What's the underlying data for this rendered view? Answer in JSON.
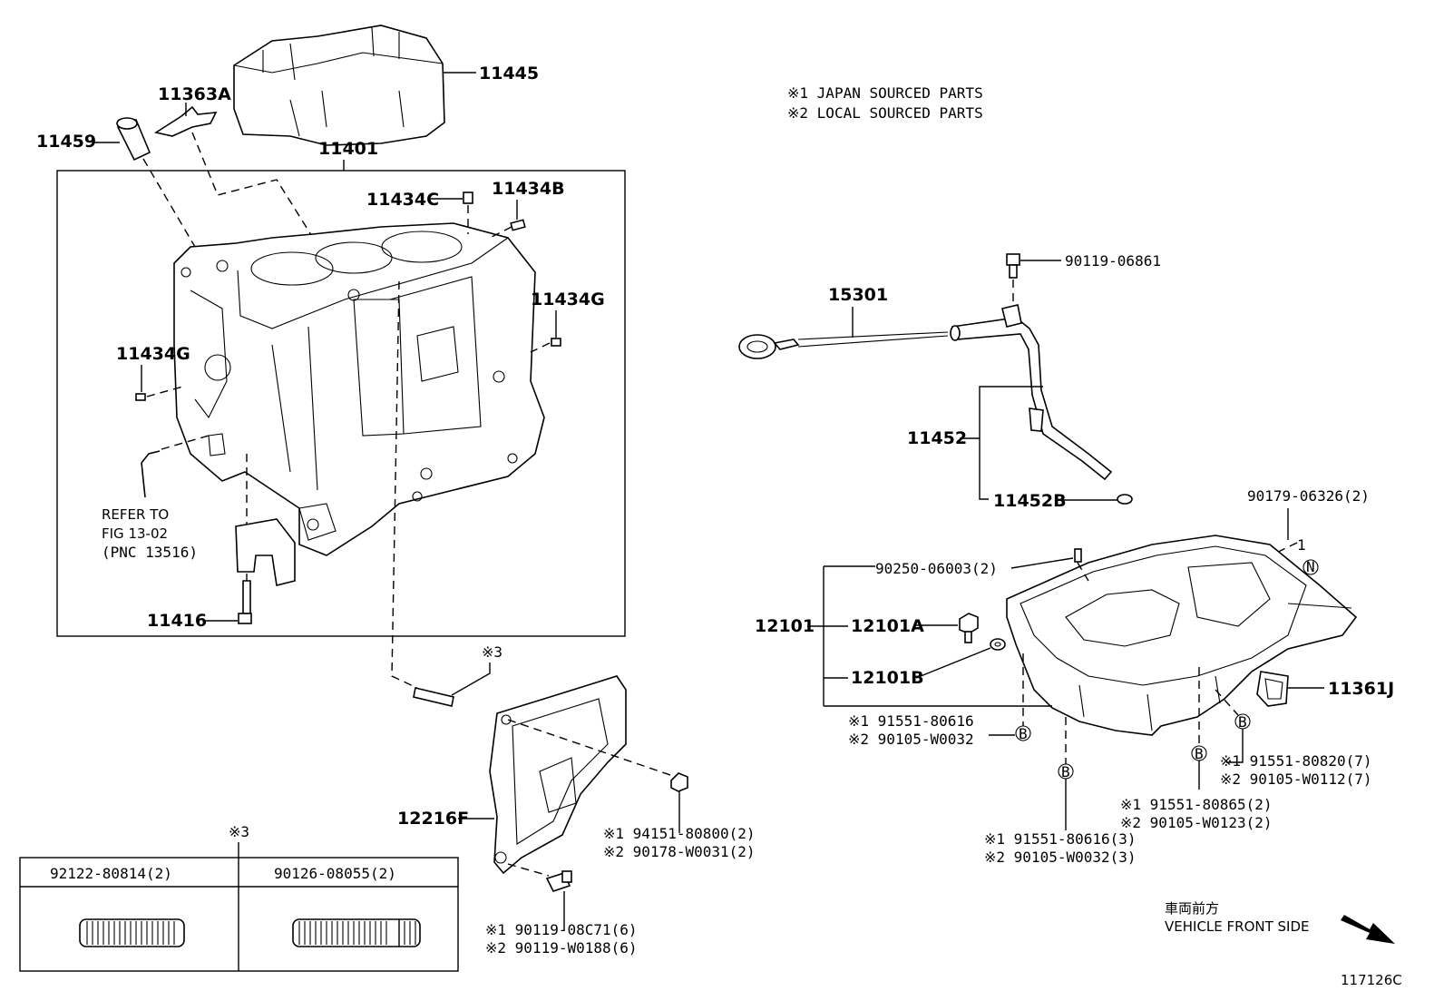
{
  "legend": {
    "line1": "※1  JAPAN SOURCED PARTS",
    "line2": "※2  LOCAL SOURCED PARTS"
  },
  "labels": {
    "p11445": "11445",
    "p11363A": "11363A",
    "p11459": "11459",
    "p11401": "11401",
    "p11434C": "11434C",
    "p11434B": "11434B",
    "p11434G_right": "11434G",
    "p11434G_left": "11434G",
    "p11416": "11416",
    "p15301": "15301",
    "p90119_06861": "90119-06861",
    "p11452": "11452",
    "p11452B": "11452B",
    "p90179_06326": "90179-06326(2)",
    "p90250_06003": "90250-06003(2)",
    "p12101": "12101",
    "p12101A": "12101A",
    "p12101B": "12101B",
    "p11361J": "11361J",
    "p12216F": "12216F",
    "refer1": "REFER TO",
    "refer2": "FIG 13-02",
    "refer3": "(PNC 13516)",
    "mark3_top": "※3",
    "mark3_table": "※3",
    "pan_left_1": "※1 91551-80616",
    "pan_left_2": "※2 90105-W0032",
    "pan_r1_1": "※1 91551-80820(7)",
    "pan_r1_2": "※2 90105-W0112(7)",
    "pan_r2_1": "※1 91551-80865(2)",
    "pan_r2_2": "※2 90105-W0123(2)",
    "pan_r3_1": "※1 91551-80616(3)",
    "pan_r3_2": "※2 90105-W0032(3)",
    "plate_nut_1": "※1 94151-80800(2)",
    "plate_nut_2": "※2 90178-W0031(2)",
    "plate_bolt_1": "※1 90119-08C71(6)",
    "plate_bolt_2": "※2 90119-W0188(6)",
    "ref_b": "B",
    "ref_n": "N",
    "ref_1": "1"
  },
  "table": {
    "col1": "92122-80814(2)",
    "col2": "90126-08055(2)"
  },
  "orientation": {
    "jp": "車両前方",
    "en": "VEHICLE FRONT SIDE"
  },
  "figure_id": "117126C"
}
